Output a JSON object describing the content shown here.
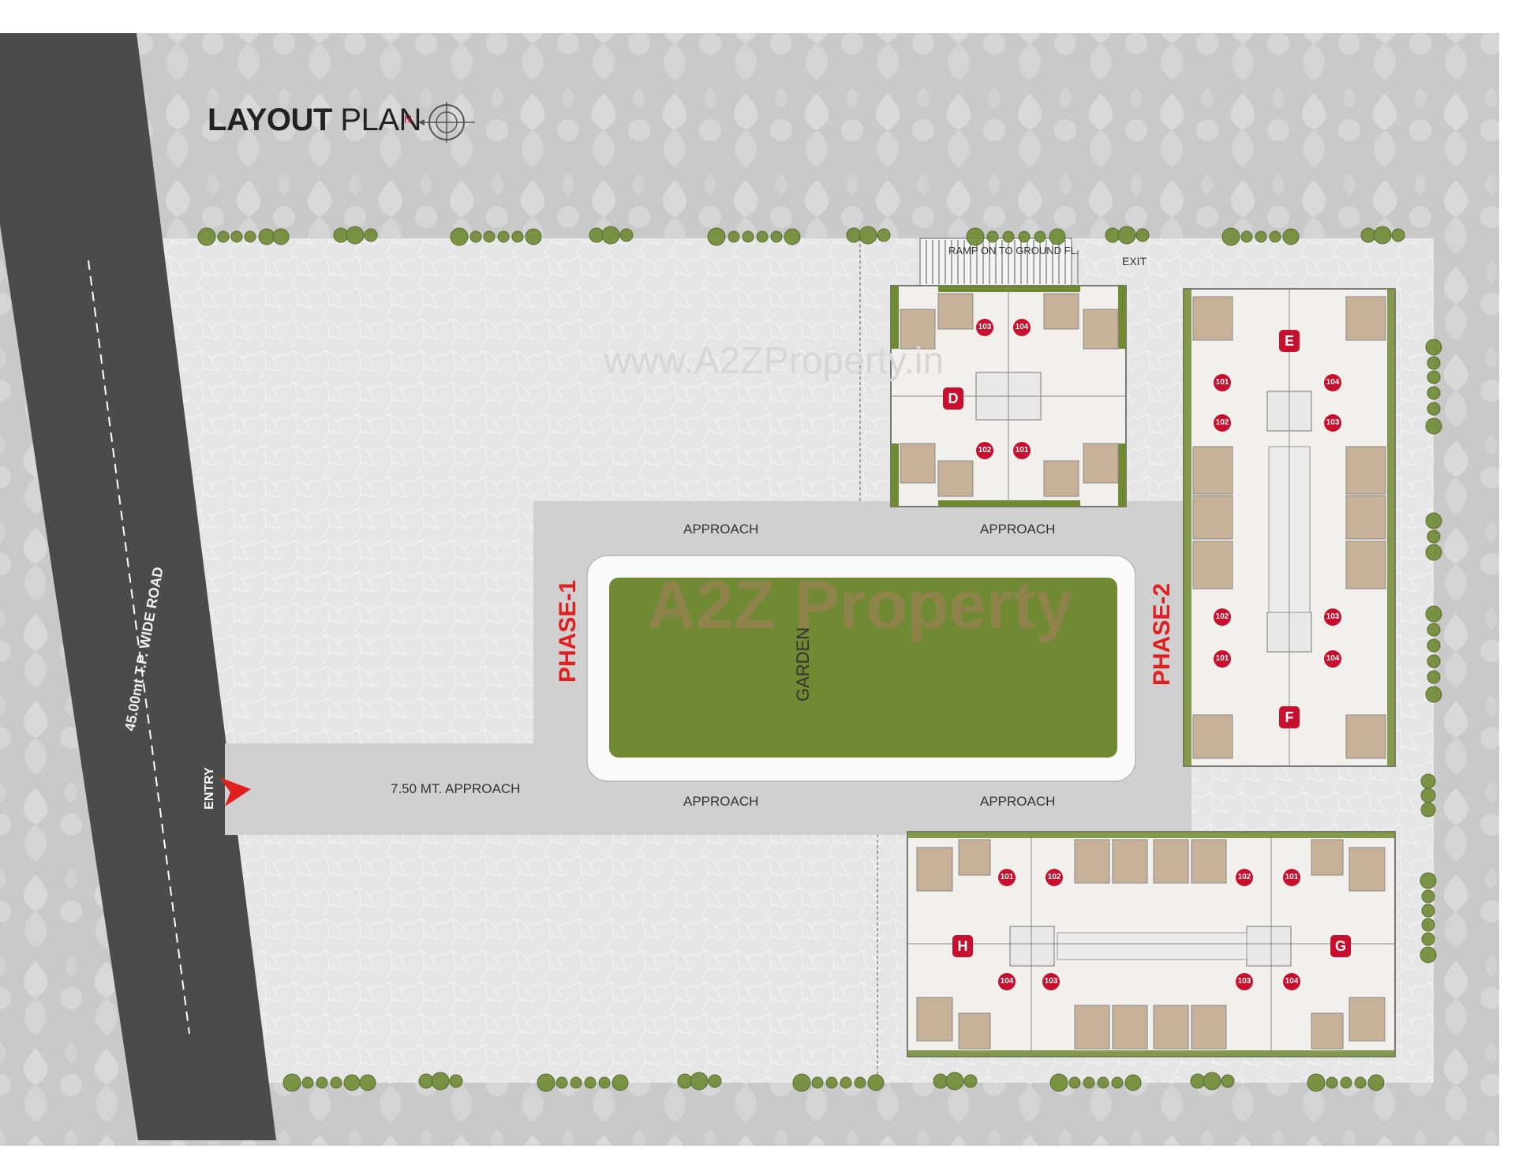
{
  "title": {
    "bold": "LAYOUT",
    "normal": "PLAN"
  },
  "compass": {
    "north": "N"
  },
  "road": {
    "label": "45.00mt T.P. WIDE ROAD"
  },
  "entry": {
    "label": "ENTRY"
  },
  "approaches": {
    "main": "7.50 MT. APPROACH",
    "top_left": "APPROACH",
    "top_right": "APPROACH",
    "bottom_left": "APPROACH",
    "bottom_right": "APPROACH"
  },
  "garden": {
    "label": "GARDEN"
  },
  "phases": {
    "phase1": "PHASE-1",
    "phase2": "PHASE-2"
  },
  "ramp": {
    "label": "RAMP ON TO GROUND FL.",
    "exit": "EXIT"
  },
  "watermarks": {
    "url": "www.A2ZProperty.in",
    "brand": "A2Z Property"
  },
  "blocks": {
    "D": {
      "name": "D",
      "units": [
        "103",
        "104",
        "102",
        "101"
      ]
    },
    "E": {
      "name": "E",
      "units": [
        "101",
        "104",
        "102",
        "103"
      ]
    },
    "F": {
      "name": "F",
      "units": [
        "102",
        "103",
        "101",
        "104"
      ]
    },
    "H": {
      "name": "H",
      "units": [
        "101",
        "102",
        "104",
        "103"
      ]
    },
    "G": {
      "name": "G",
      "units": [
        "102",
        "101",
        "103",
        "104"
      ]
    }
  },
  "colors": {
    "road": "#4a4a4a",
    "site": "#e4e4e4",
    "approach": "#d2d2d2",
    "garden": "#6f8a33",
    "border_pattern": "#c6c6c6",
    "phase_label": "#e02020",
    "unit_badge": "#c8102e",
    "room_fill": "#c7b299",
    "room_floor": "#f2f0ec",
    "wall_green": "#6f8a33"
  }
}
